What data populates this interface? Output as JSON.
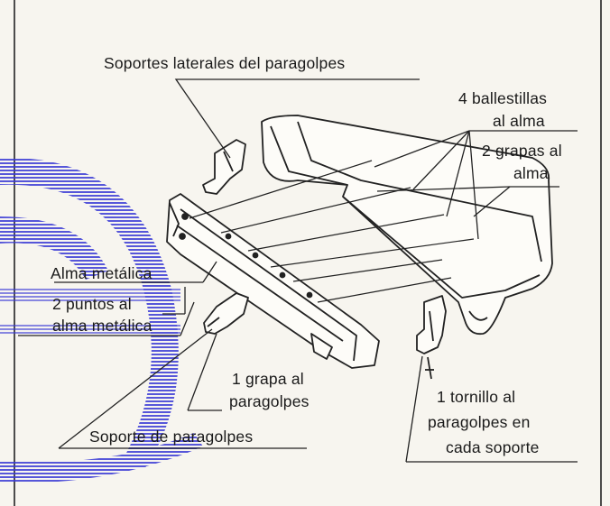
{
  "labels": {
    "side_supports": "Soportes laterales del paragolpes",
    "clips_line1": "4 ballestillas",
    "clips_line2": "al alma",
    "staples_line1": "2 grapas al",
    "staples_line2": "alma",
    "metal_core": "Alma metálica",
    "points_line1": "2 puntos al",
    "points_line2": "alma metálica",
    "staple_bumper_line1": "1 grapa al",
    "staple_bumper_line2": "paragolpes",
    "screw_line1": "1 tornillo al",
    "screw_line2": "paragolpes en",
    "screw_line3": "cada soporte",
    "bumper_support": "Soporte de paragolpes"
  },
  "colors": {
    "ink": "#1a1a1a",
    "paper": "#f7f5ef",
    "watermark": "#3b3bd6"
  }
}
